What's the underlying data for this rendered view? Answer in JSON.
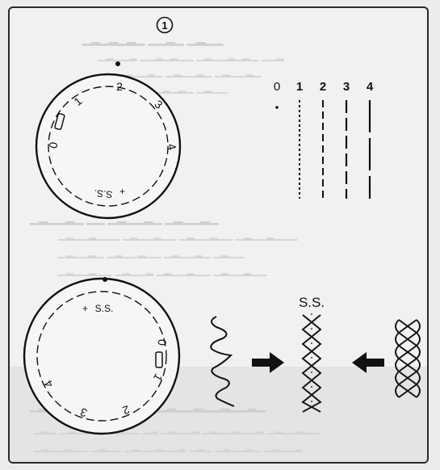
{
  "figure_number": "1",
  "dial_top": {
    "numbers": [
      "0",
      "1",
      "2",
      "3",
      "4"
    ],
    "ss_label": "S.S."
  },
  "stitch_lengths": {
    "labels": [
      "0",
      "1",
      "2",
      "3",
      "4"
    ]
  },
  "dial_bottom": {
    "numbers": [
      "0",
      "1",
      "2",
      "3",
      "4"
    ],
    "ss_label": "S.S."
  },
  "stretch_stitch": {
    "label": "S.S."
  }
}
